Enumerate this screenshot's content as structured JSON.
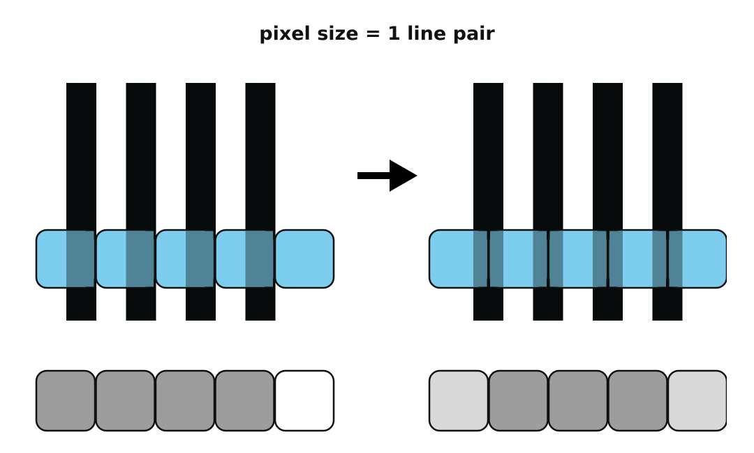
{
  "title": "pixel size = 1 line pair",
  "colors": {
    "bar": "#060a0b",
    "pixel_fill": "#7dcdef",
    "pixel_overlap": "#508396",
    "pixel_stroke": "#111111",
    "arrow": "#000000"
  },
  "panels": [
    {
      "id": "left",
      "bar_count": 4,
      "pixel_count": 5,
      "readout_gray_levels": [
        "#9d9d9d",
        "#9d9d9d",
        "#9d9d9d",
        "#9d9d9d",
        "#ffffff"
      ]
    },
    {
      "id": "right",
      "bar_count": 4,
      "pixel_count": 5,
      "readout_gray_levels": [
        "#d9d9d9",
        "#9d9d9d",
        "#9d9d9d",
        "#9d9d9d",
        "#d9d9d9"
      ]
    }
  ],
  "arrow_icon": "right-arrow-icon"
}
